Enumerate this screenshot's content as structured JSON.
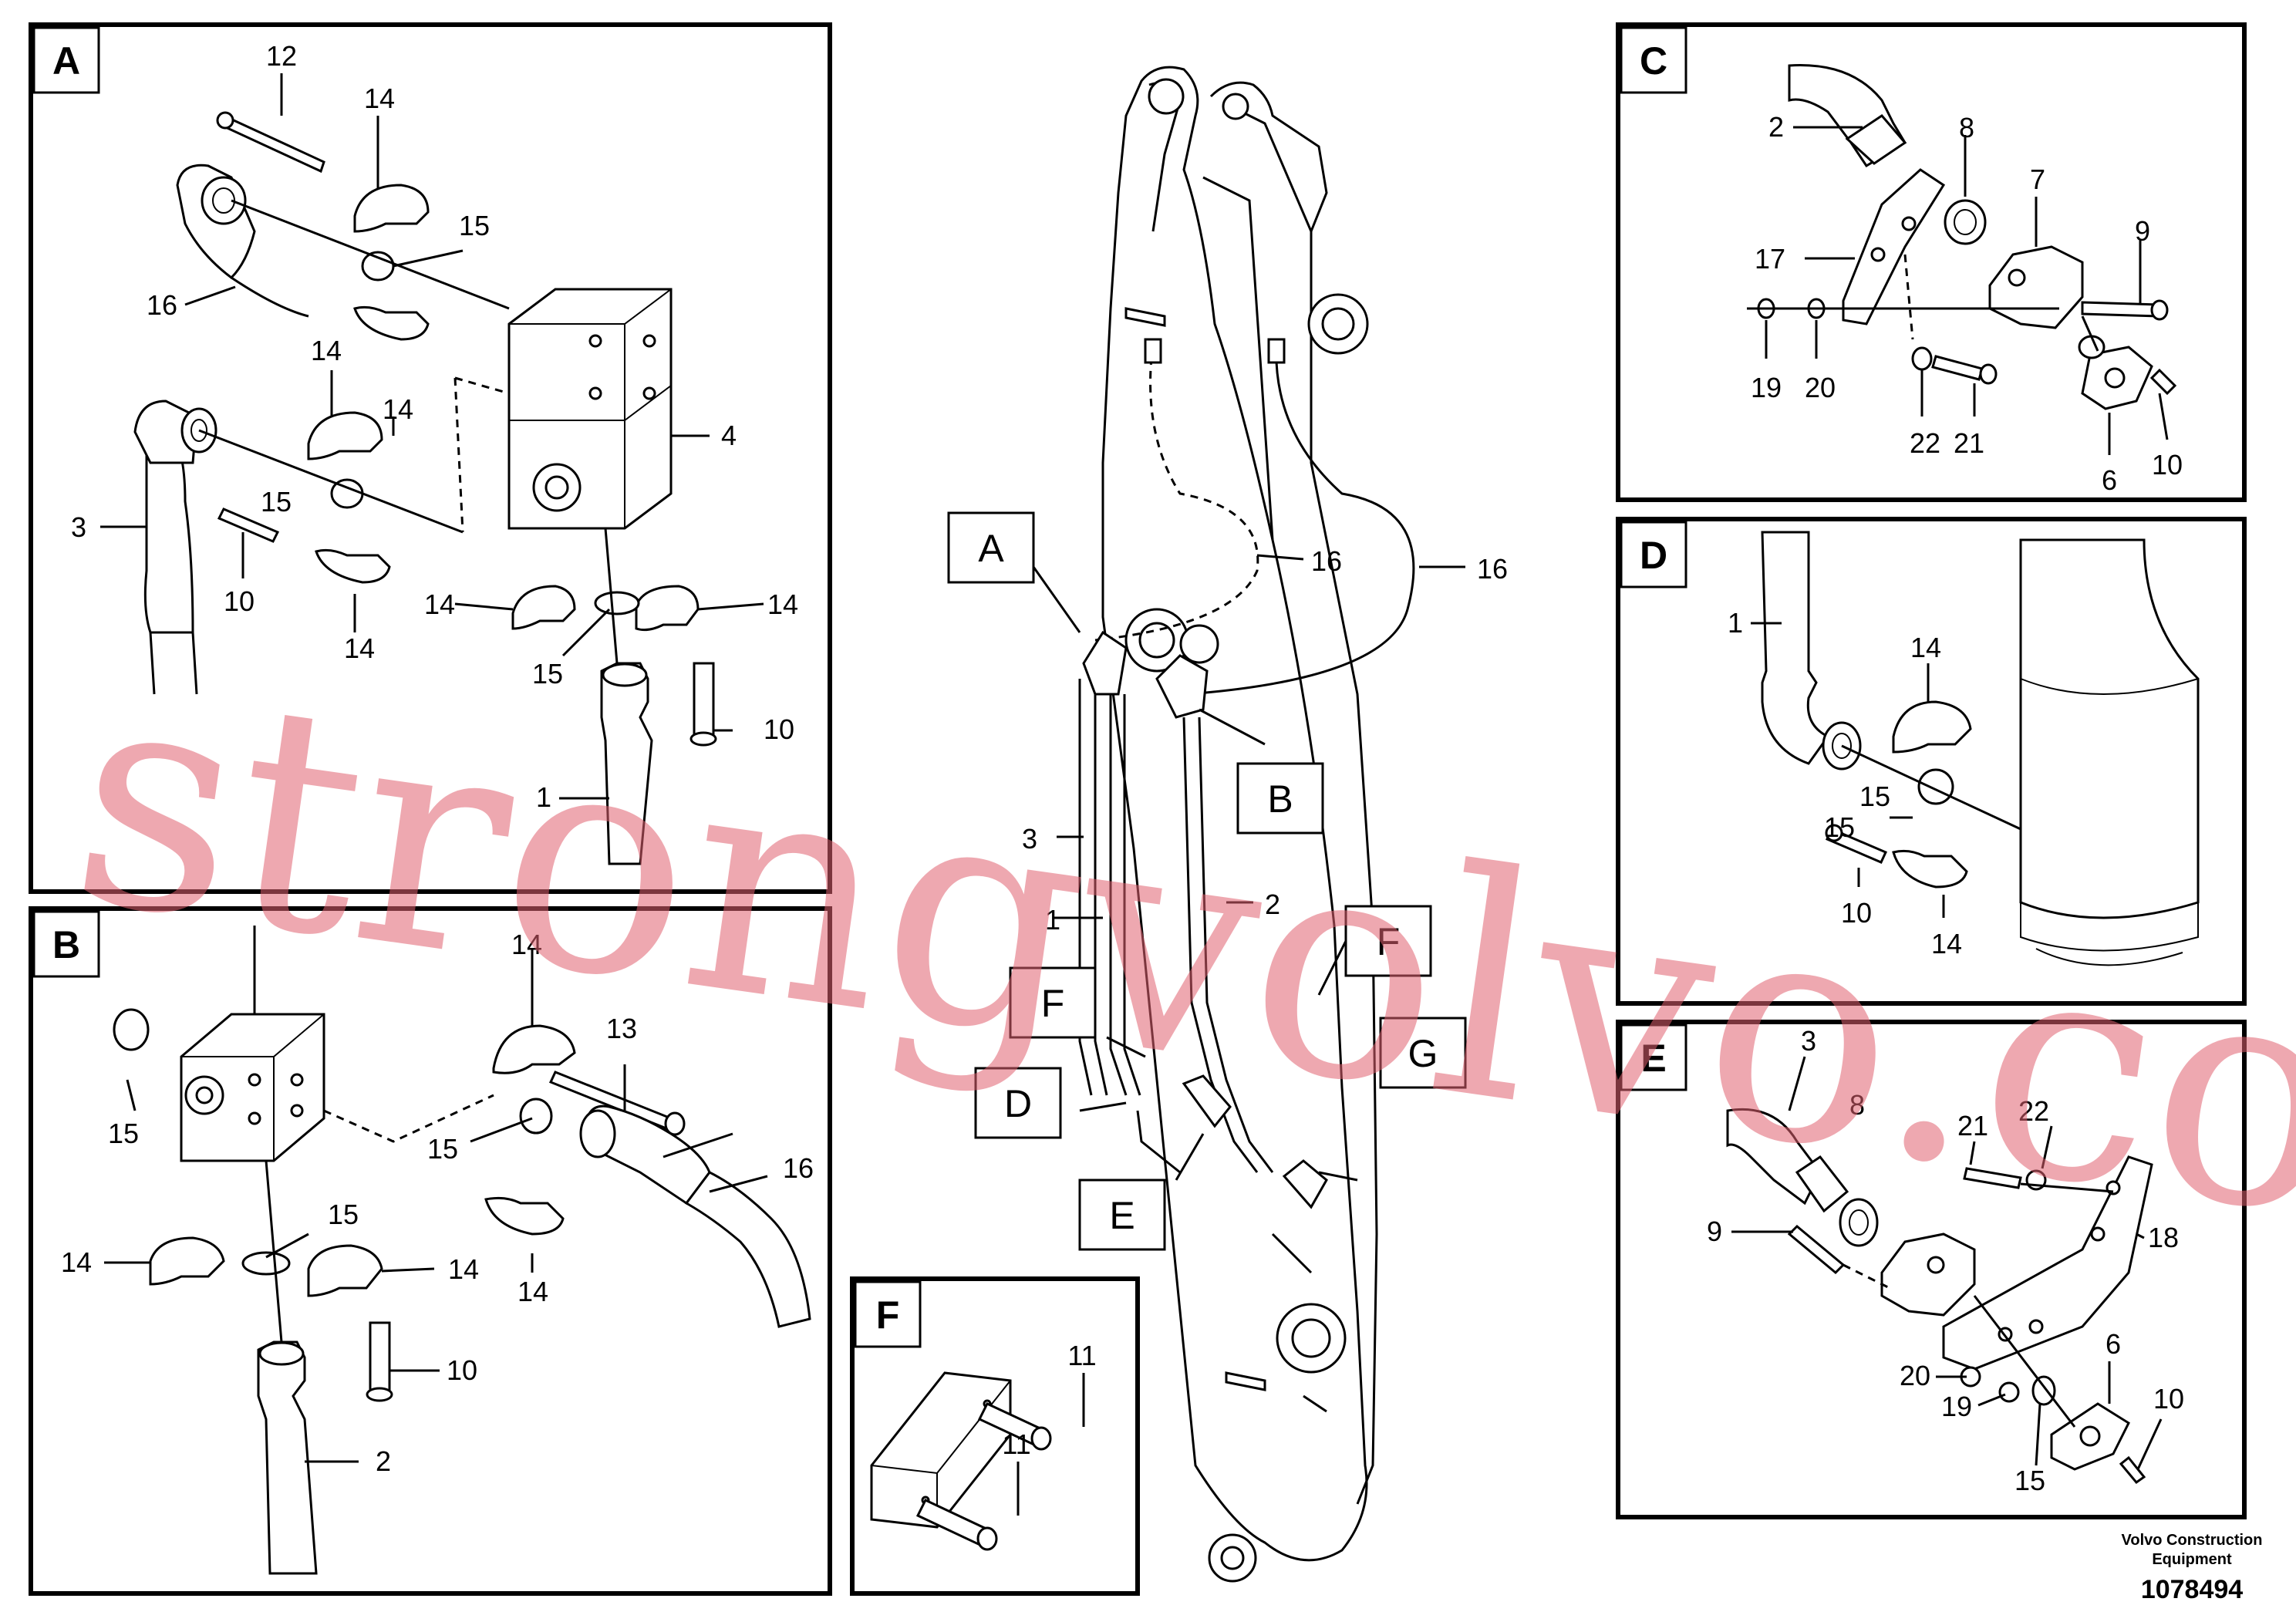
{
  "panels": {
    "A": {
      "title": "A",
      "labels": [
        "12",
        "14",
        "15",
        "16",
        "14",
        "14",
        "4",
        "3",
        "15",
        "10",
        "14",
        "14",
        "14",
        "15",
        "10",
        "1"
      ]
    },
    "B": {
      "title": "B",
      "labels": [
        "15",
        "14",
        "13",
        "15",
        "16",
        "15",
        "14",
        "14",
        "14",
        "10",
        "2"
      ]
    },
    "C": {
      "title": "C",
      "labels": [
        "2",
        "8",
        "7",
        "9",
        "17",
        "19",
        "20",
        "22",
        "21",
        "6",
        "10"
      ]
    },
    "D": {
      "title": "D",
      "labels": [
        "1",
        "14",
        "15",
        "15",
        "10",
        "14"
      ]
    },
    "E": {
      "title": "E",
      "labels": [
        "3",
        "8",
        "21",
        "22",
        "9",
        "18",
        "20",
        "19",
        "6",
        "10",
        "15"
      ]
    },
    "F": {
      "title": "F",
      "labels": [
        "11",
        "11"
      ]
    }
  },
  "main": {
    "callouts": [
      "A",
      "B",
      "F",
      "F",
      "D",
      "G",
      "E"
    ],
    "labels": [
      "16",
      "16",
      "3",
      "1",
      "2"
    ]
  },
  "watermark": "strongvolvo.com",
  "footer": {
    "company_line1": "Volvo Construction",
    "company_line2": "Equipment",
    "drawing_number": "1078494"
  },
  "colors": {
    "watermark": "#e06070",
    "line": "#000000",
    "background": "#ffffff"
  }
}
